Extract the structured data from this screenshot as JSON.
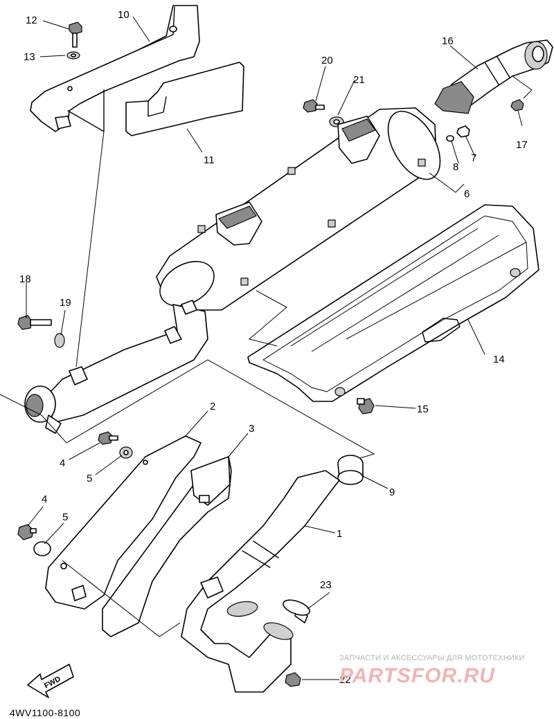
{
  "diagram": {
    "drawing_number": "4WV1100-8100",
    "fwd_label": "FWD",
    "watermark": {
      "caption": "ЗАПЧАСТИ И АКСЕССУАРЫ ДЛЯ МОТОТЕХНИКИ",
      "logo": "PARTSFOR.RU"
    },
    "callouts": [
      {
        "id": "c1",
        "text": "1"
      },
      {
        "id": "c2",
        "text": "2"
      },
      {
        "id": "c3",
        "text": "3"
      },
      {
        "id": "c4a",
        "text": "4"
      },
      {
        "id": "c4b",
        "text": "4"
      },
      {
        "id": "c5a",
        "text": "5"
      },
      {
        "id": "c5b",
        "text": "5"
      },
      {
        "id": "c6",
        "text": "6"
      },
      {
        "id": "c7",
        "text": "7"
      },
      {
        "id": "c8",
        "text": "8"
      },
      {
        "id": "c9",
        "text": "9"
      },
      {
        "id": "c10",
        "text": "10"
      },
      {
        "id": "c11",
        "text": "11"
      },
      {
        "id": "c12",
        "text": "12"
      },
      {
        "id": "c13",
        "text": "13"
      },
      {
        "id": "c14",
        "text": "14"
      },
      {
        "id": "c15",
        "text": "15"
      },
      {
        "id": "c16",
        "text": "16"
      },
      {
        "id": "c17",
        "text": "17"
      },
      {
        "id": "c18",
        "text": "18"
      },
      {
        "id": "c19",
        "text": "19"
      },
      {
        "id": "c20",
        "text": "20"
      },
      {
        "id": "c21",
        "text": "21"
      },
      {
        "id": "c22",
        "text": "22"
      },
      {
        "id": "c23",
        "text": "23"
      }
    ]
  }
}
